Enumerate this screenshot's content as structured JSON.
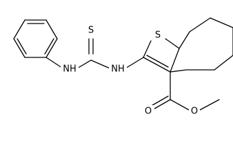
{
  "molecule": {
    "atoms": {
      "thiocarbonyl_s": "S",
      "thiourea_nh_left": "NH",
      "thiourea_nh_right": "NH",
      "thiophene_s": "S",
      "ester_carbonyl_o": "O",
      "ester_ether_o": "O"
    }
  }
}
